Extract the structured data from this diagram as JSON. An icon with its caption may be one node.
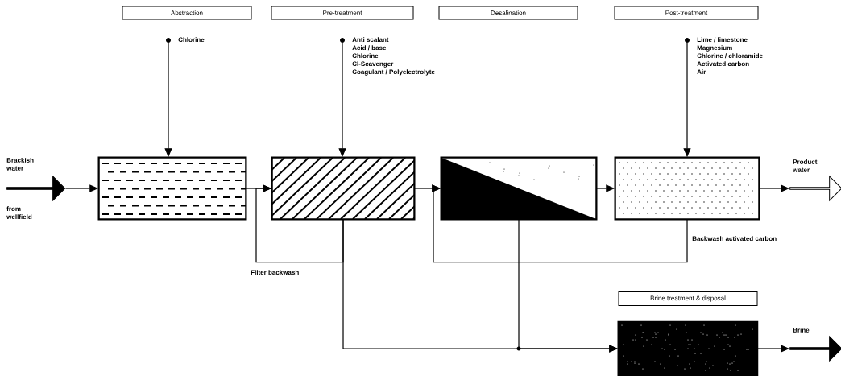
{
  "diagram": {
    "nodes": [
      {
        "text": [
          "Abstraction"
        ]
      },
      {
        "text": [
          "Pre-treatment"
        ]
      },
      {
        "text": [
          "Desalination"
        ]
      },
      {
        "text": [
          "Post-treatment"
        ]
      },
      {
        "text": [],
        "shape": "circle",
        "beside": [
          "Chlorine"
        ]
      },
      {
        "text": [],
        "shape": "circle",
        "beside": [
          "Anti scalant",
          "Acid / base",
          "Chlorine",
          "Cl-Scavenger",
          "Coagulant / Polyelectrolyte"
        ]
      },
      {
        "text": [],
        "shape": "circle",
        "beside": [
          "Lime / limestone",
          "Magnesium",
          "Chlorine / chloramide",
          "Activated carbon",
          "Air"
        ]
      },
      {
        "text": [],
        "shape": "arrow",
        "beside": [
          "Brackish water",
          "from wellfield"
        ]
      },
      {
        "text": [],
        "shape": "box"
      },
      {
        "text": [],
        "shape": "box"
      },
      {
        "text": [],
        "shape": "box"
      },
      {
        "text": [],
        "shape": "box"
      },
      {
        "text": [],
        "shape": "arrow",
        "beside": [
          "Product water"
        ]
      },
      {
        "text": [
          "Brine treatment & disposal"
        ]
      },
      {
        "text": [],
        "shape": "box"
      },
      {
        "text": [],
        "shape": "arrow",
        "beside": [
          "Brine"
        ]
      }
    ],
    "edges": [
      {
        "from": 7,
        "to": 8,
        "arrow": "to"
      },
      {
        "from": 4,
        "to": 8,
        "arrow": "to"
      },
      {
        "from": 8,
        "to": 9,
        "arrow": "to"
      },
      {
        "from": 5,
        "to": 9,
        "arrow": "to"
      },
      {
        "from": 9,
        "to": 10,
        "arrow": "to"
      },
      {
        "from": 10,
        "to": 11,
        "arrow": "to"
      },
      {
        "from": 6,
        "to": 11,
        "arrow": "to"
      },
      {
        "from": 11,
        "to": 12,
        "arrow": "to"
      },
      {
        "from": 9,
        "to": 9,
        "arrow": "to",
        "label": "Filter backwash"
      },
      {
        "from": 11,
        "to": 10,
        "arrow": "to",
        "label": "Backwash activated carbon"
      },
      {
        "from": 9,
        "to": 14,
        "arrow": "to"
      },
      {
        "from": 10,
        "to": 14,
        "arrow": "to"
      },
      {
        "from": 14,
        "to": 15,
        "arrow": "to"
      }
    ]
  }
}
